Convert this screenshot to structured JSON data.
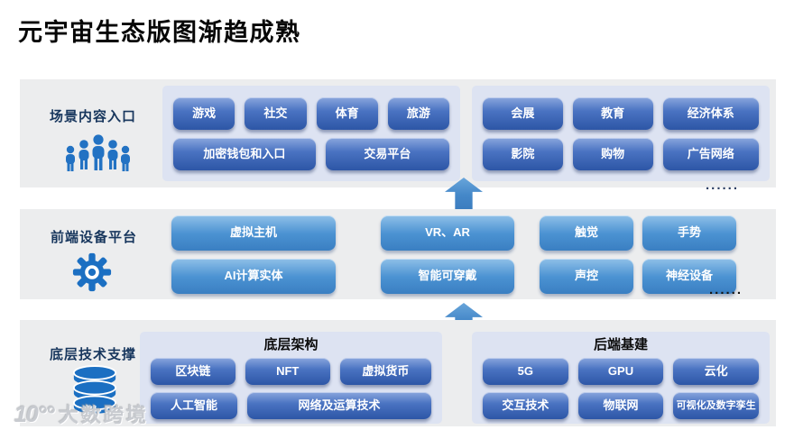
{
  "title": "元宇宙生态版图渐趋成熟",
  "colors": {
    "band_background": "#ecedee",
    "group_background": "#dde3f2",
    "button_dark_blue": "#3f6ab8",
    "button_light_blue": "#4a90d2",
    "label_navy": "#17365d",
    "icon_blue": "#1b6fc2",
    "arrow_blue": "#4487c8"
  },
  "band1": {
    "label": "场景内容入口",
    "groupL": {
      "row1": [
        "游戏",
        "社交",
        "体育",
        "旅游"
      ],
      "row2": [
        "加密钱包和入口",
        "交易平台"
      ]
    },
    "groupR": {
      "row1": [
        "会展",
        "教育",
        "经济体系"
      ],
      "row2": [
        "影院",
        "购物",
        "广告网络"
      ]
    },
    "more": "......"
  },
  "band2": {
    "label": "前端设备平台",
    "col1": [
      "虚拟主机",
      "AI计算实体"
    ],
    "col2": [
      "VR、AR",
      "智能可穿戴"
    ],
    "col3": [
      "触觉",
      "声控"
    ],
    "col4": [
      "手势",
      "神经设备"
    ],
    "more": "......"
  },
  "band3": {
    "label": "底层技术支撑",
    "groupL": {
      "header": "底层架构",
      "row1": [
        "区块链",
        "NFT",
        "虚拟货币"
      ],
      "row2": [
        "人工智能",
        "网络及运算技术"
      ]
    },
    "groupR": {
      "header": "后端基建",
      "row1": [
        "5G",
        "GPU",
        "云化"
      ],
      "row2": [
        "交互技术",
        "物联网",
        "可视化及数字孪生"
      ]
    }
  },
  "watermark": {
    "logo": "10°°",
    "text": "大数跨境"
  }
}
